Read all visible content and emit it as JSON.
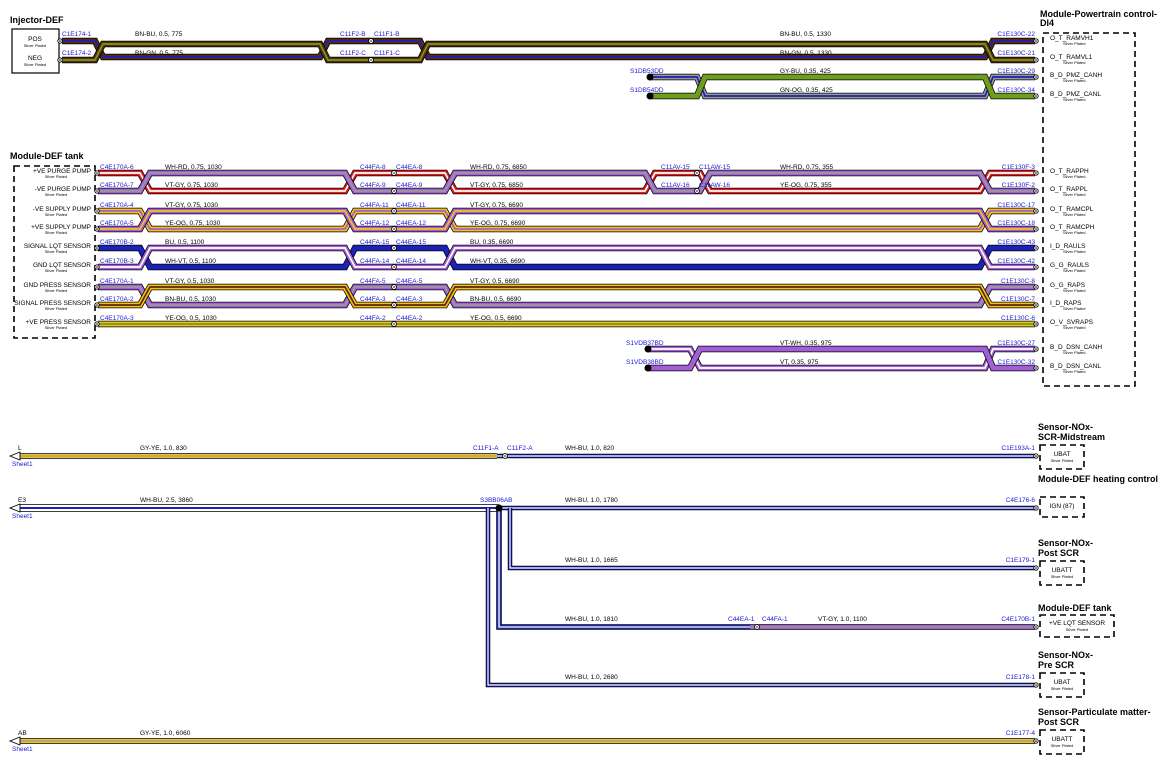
{
  "colors": {
    "BN": "#5a2a0a",
    "GN": "#6f9e1f",
    "GY": "#9a9a9a",
    "BU": "#1a22b8",
    "OG": "#6f9e1f",
    "WH": "#ffffff",
    "RD": "#e02020",
    "VT": "#a35fd6",
    "YE": "#f2c21a",
    "connector": "#1a1ad0",
    "outline": "#000000"
  },
  "modules": [
    {
      "id": "inj",
      "title": "Injector-DEF",
      "pins": [
        {
          "label": "POS",
          "sub": "Silver Plated"
        },
        {
          "label": "NEG",
          "sub": "Silver Plated"
        }
      ]
    },
    {
      "id": "pcm",
      "title": "Module-Powertrain control-DI4",
      "pins": [
        {
          "label": "O_T_RAMVH1",
          "sub": "Silver Plated"
        },
        {
          "label": "O_T_RAMVL1",
          "sub": "Silver Plated"
        },
        {
          "label": "B_D_PMZ_CANH",
          "sub": "Silver Plated"
        },
        {
          "label": "B_D_PMZ_CANL",
          "sub": "Silver Plated"
        },
        {
          "label": "O_T_RAPPH",
          "sub": "Silver Plated"
        },
        {
          "label": "O_T_RAPPL",
          "sub": "Silver Plated"
        },
        {
          "label": "O_T_RAMCPL",
          "sub": "Silver Plated"
        },
        {
          "label": "O_T_RAMCPH",
          "sub": "Silver Plated"
        },
        {
          "label": "I_D_RAULS",
          "sub": "Silver Plated"
        },
        {
          "label": "G_G_RAULS",
          "sub": "Silver Plated"
        },
        {
          "label": "G_G_RAPS",
          "sub": "Silver Plated"
        },
        {
          "label": "I_D_RAPS",
          "sub": "Silver Plated"
        },
        {
          "label": "O_V_SVRAPS",
          "sub": "Silver Plated"
        },
        {
          "label": "B_D_DSN_CANH",
          "sub": "Silver Plated"
        },
        {
          "label": "B_D_DSN_CANL",
          "sub": "Silver Plated"
        }
      ]
    },
    {
      "id": "tank",
      "title": "Module-DEF tank",
      "pins": [
        {
          "label": "+VE PURGE PUMP",
          "sub": "Silver Plated"
        },
        {
          "label": "-VE PURGE PUMP",
          "sub": "Silver Plated"
        },
        {
          "label": "-VE SUPPLY PUMP",
          "sub": "Silver Plated"
        },
        {
          "label": "+VE SUPPLY PUMP",
          "sub": "Silver Plated"
        },
        {
          "label": "SIGNAL LQT SENSOR",
          "sub": "Silver Plated"
        },
        {
          "label": "GND LQT SENSOR",
          "sub": "Silver Plated"
        },
        {
          "label": "GND PRESS SENSOR",
          "sub": "Silver Plated"
        },
        {
          "label": "SIGNAL PRESS SENSOR",
          "sub": "Silver Plated"
        },
        {
          "label": "+VE PRESS SENSOR",
          "sub": "Silver Plated"
        }
      ]
    },
    {
      "id": "nox_mid",
      "title": "Sensor-NOx-SCR-Midstream",
      "pins": [
        {
          "label": "UBAT",
          "sub": "Silver Plated"
        }
      ]
    },
    {
      "id": "heat",
      "title": "Module-DEF heating control",
      "pins": [
        {
          "label": "IGN (87)",
          "sub": ""
        }
      ]
    },
    {
      "id": "nox_post",
      "title": "Sensor-NOx-Post SCR",
      "pins": [
        {
          "label": "UBATT",
          "sub": "Silver Plated"
        }
      ]
    },
    {
      "id": "tank2",
      "title": "Module-DEF tank",
      "pins": [
        {
          "label": "+VE LQT SENSOR",
          "sub": "Silver Plated"
        }
      ]
    },
    {
      "id": "nox_pre",
      "title": "Sensor-NOx-Pre SCR",
      "pins": [
        {
          "label": "UBAT",
          "sub": "Silver Plated"
        }
      ]
    },
    {
      "id": "pm",
      "title": "Sensor-Particulate matter-Post SCR",
      "pins": [
        {
          "label": "UBATT",
          "sub": "Silver Plated"
        }
      ]
    }
  ],
  "wires": [
    {
      "from": "C1E174-1",
      "mid": [
        "C11F2-B",
        "C11F1-B"
      ],
      "to": "C1E130C-22",
      "seg1": "BN-BU, 0.5, 775",
      "seg2": "BN-BU, 0.5, 1330",
      "colors": [
        "BN",
        "BU"
      ]
    },
    {
      "from": "C1E174-2",
      "mid": [
        "C11F2-C",
        "C11F1-C"
      ],
      "to": "C1E130C-21",
      "seg1": "BN-GN, 0.5, 775",
      "seg2": "BN-GN, 0.5, 1330",
      "colors": [
        "BN",
        "GN"
      ]
    },
    {
      "from": "S1DB53DD",
      "to": "C1E130C-29",
      "seg1": "GY-BU, 0.35, 425",
      "colors": [
        "GY",
        "BU"
      ]
    },
    {
      "from": "S1DB54DD",
      "to": "C1E130C-34",
      "seg1": "GN-OG, 0.35, 425",
      "colors": [
        "GN",
        "OG"
      ]
    },
    {
      "from": "C4E170A-6",
      "mid": [
        "C44FA-8",
        "C44EA-8"
      ],
      "mid2": [
        "C11AV-15",
        "C11AW-15"
      ],
      "to": "C1E130F-3",
      "seg1": "WH-RD, 0.75, 1030",
      "seg2": "WH-RD, 0.75, 6850",
      "seg3": "WH-RD, 0.75, 355",
      "colors": [
        "WH",
        "RD"
      ]
    },
    {
      "from": "C4E170A-7",
      "mid": [
        "C44FA-9",
        "C44EA-9"
      ],
      "mid2": [
        "C11AV-16",
        "C11AW-16"
      ],
      "to": "C1E130F-2",
      "seg1": "VT-GY, 0.75, 1030",
      "seg2": "VT-GY, 0.75, 6850",
      "seg3": "YE-OG, 0.75, 355",
      "colors": [
        "VT",
        "GY"
      ]
    },
    {
      "from": "C4E170A-4",
      "mid": [
        "C44FA-11",
        "C44EA-11"
      ],
      "to": "C1E130C-17",
      "seg1": "VT-GY, 0.75, 1030",
      "seg2": "VT-GY, 0.75, 6690",
      "colors": [
        "VT",
        "GY"
      ]
    },
    {
      "from": "C4E170A-5",
      "mid": [
        "C44FA-12",
        "C44EA-12"
      ],
      "to": "C1E130C-18",
      "seg1": "YE-OG, 0.75, 1030",
      "seg2": "YE-OG, 0.75, 6690",
      "colors": [
        "YE",
        "OG"
      ]
    },
    {
      "from": "C4E170B-2",
      "mid": [
        "C44FA-15",
        "C44EA-15"
      ],
      "to": "C1E130C-43",
      "seg1": "BU, 0.5, 1100",
      "seg2": "BU, 0.35, 6690",
      "colors": [
        "BU",
        "BU"
      ]
    },
    {
      "from": "C4E170B-3",
      "mid": [
        "C44FA-14",
        "C44EA-14"
      ],
      "to": "C1E130C-42",
      "seg1": "WH-VT, 0.5, 1100",
      "seg2": "WH-VT, 0.35, 6690",
      "colors": [
        "WH",
        "VT"
      ]
    },
    {
      "from": "C4E170A-1",
      "mid": [
        "C44FA-5",
        "C44EA-5"
      ],
      "to": "C1E130C-8",
      "seg1": "VT-GY, 0.5, 1030",
      "seg2": "VT-GY, 0.5, 6690",
      "colors": [
        "VT",
        "GY"
      ]
    },
    {
      "from": "C4E170A-2",
      "mid": [
        "C44FA-3",
        "C44EA-3"
      ],
      "to": "C1E130C-7",
      "seg1": "BN-BU, 0.5, 1030",
      "seg2": "BN-BU, 0.5, 6690",
      "colors": [
        "BN",
        "BU"
      ]
    },
    {
      "from": "C4E170A-3",
      "mid": [
        "C44FA-2",
        "C44EA-2"
      ],
      "to": "C1E130C-6",
      "seg1": "YE-OG, 0.5, 1030",
      "seg2": "YE-OG, 0.5, 6690",
      "colors": [
        "YE",
        "OG"
      ]
    },
    {
      "from": "S1VDB37BD",
      "to": "C1E130C-27",
      "seg1": "VT-WH, 0.35, 975",
      "colors": [
        "VT",
        "WH"
      ]
    },
    {
      "from": "S1VDB38BD",
      "to": "C1E130C-32",
      "seg1": "VT, 0.35, 975",
      "colors": [
        "VT",
        "VT"
      ]
    }
  ],
  "power": [
    {
      "ref": "L",
      "sheet": "Sheet1",
      "seg1": "GY-YE, 1.0, 830",
      "mid": [
        "C11F1-A",
        "C11F2-A"
      ],
      "seg2": "WH-BU, 1.0, 820",
      "to": "C1E193A-1"
    },
    {
      "ref": "E3",
      "sheet": "Sheet1",
      "seg1": "WH-BU, 2.5, 3860",
      "splice": "S3BB06AB",
      "seg2": "WH-BU, 1.0, 1780",
      "to": "C4E176-6"
    },
    {
      "seg": "WH-BU, 1.0, 1665",
      "to": "C1E179-1"
    },
    {
      "seg": "WH-BU, 1.0, 1810",
      "mid": [
        "C44EA-1",
        "C44FA-1"
      ],
      "seg2": "VT-GY, 1.0, 1100",
      "to": "C4E170B-1"
    },
    {
      "seg": "WH-BU, 1.0, 2680",
      "to": "C1E178-1"
    },
    {
      "ref": "AB",
      "sheet": "Sheet1",
      "seg1": "GY-YE, 1.0, 6060",
      "to": "C1E177-4"
    }
  ]
}
